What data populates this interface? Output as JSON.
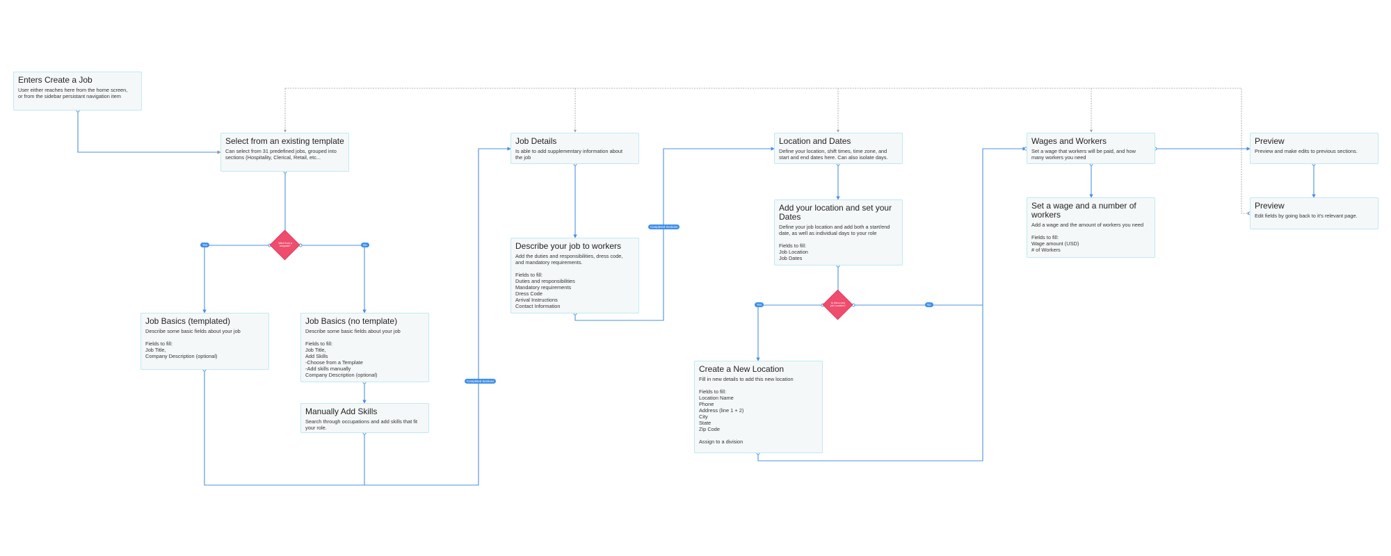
{
  "colors": {
    "connector": "#4a90e2",
    "dashed": "#9a9a9a",
    "decision": "#ef4d6d",
    "node_bg": "#f5f8f9",
    "node_border": "#bfe9f2"
  },
  "nodes": {
    "enters": {
      "title": "Enters Create a Job",
      "body": "User either reaches here from the home screen,\nor from the sidebar persistant navigation item"
    },
    "select_template": {
      "title": "Select from an existing template",
      "body": "Can select from 31 predefined jobs, grouped into\nsections (Hospitality, Clerical, Retail, etc..."
    },
    "basics_templated": {
      "title": "Job Basics (templated)",
      "body": "Describe some basic fields about your job\n\nFields to fill:\nJob Title,\nCompany Description (optional)"
    },
    "basics_no_template": {
      "title": "Job Basics (no template)",
      "body": "Describe some basic fields about your job\n\nFields to fill:\nJob Title,\nAdd Skills\n    -Choose from a Template\n    -Add skills manually\nCompany Description (optional)"
    },
    "manual_skills": {
      "title": "Manually Add Skills",
      "body": "Search through occupations and add skills that fit\nyour role."
    },
    "job_details": {
      "title": "Job Details",
      "body": "Is able to add supplementary information about\nthe job"
    },
    "describe_job": {
      "title": "Describe your job to workers",
      "body": "Add the duties and responsibilities, dress code,\nand mandatory requirements.\n\nFields to fill:\nDuties and responsibilities\nMandatory requirements\nDress Code\nArrival Instructions\nContact Information"
    },
    "location_dates": {
      "title": "Location and Dates",
      "body": "Define your location, shift times, time zone, and\nstart and end dates here. Can also isolate days."
    },
    "add_location": {
      "title": "Add your location and set your\nDates",
      "body": "Define your job location and add both a start/end\ndate, as well as individual days to your role\n\nFields to fill:\nJob Location\nJob Dates"
    },
    "new_location": {
      "title": "Create a New Location",
      "body": "Fill in new details to add this new location\n\nFields to fill:\nLocation Name\nPhone\nAddress (line 1 + 2)\nCity\nState\nZip Code\n\nAssign to a division"
    },
    "wages_workers": {
      "title": "Wages and Workers",
      "body": "Set a wage that workers will be paid, and how\nmany workers you need"
    },
    "set_wage": {
      "title": "Set a wage and a number of\nworkers",
      "body": "Add a wage and the amount of workers you need\n\nFields to fill:\nWage amount (USD)\n# of Workers"
    },
    "preview_1": {
      "title": "Preview",
      "body": "Preview and make edits to previous sections."
    },
    "preview_2": {
      "title": "Preview",
      "body": "Edit fields by going back to it's relevant page."
    }
  },
  "decisions": {
    "template": {
      "label": "Want from a\ntemplate?"
    },
    "location": {
      "label": "Is this a new\njob Location?"
    }
  },
  "edge_labels": {
    "tpl_yes": "Yes",
    "tpl_no": "No",
    "loc_yes": "Yes",
    "loc_no": "No",
    "completed_1": "Completed Sections",
    "completed_2": "Completed Sections"
  }
}
